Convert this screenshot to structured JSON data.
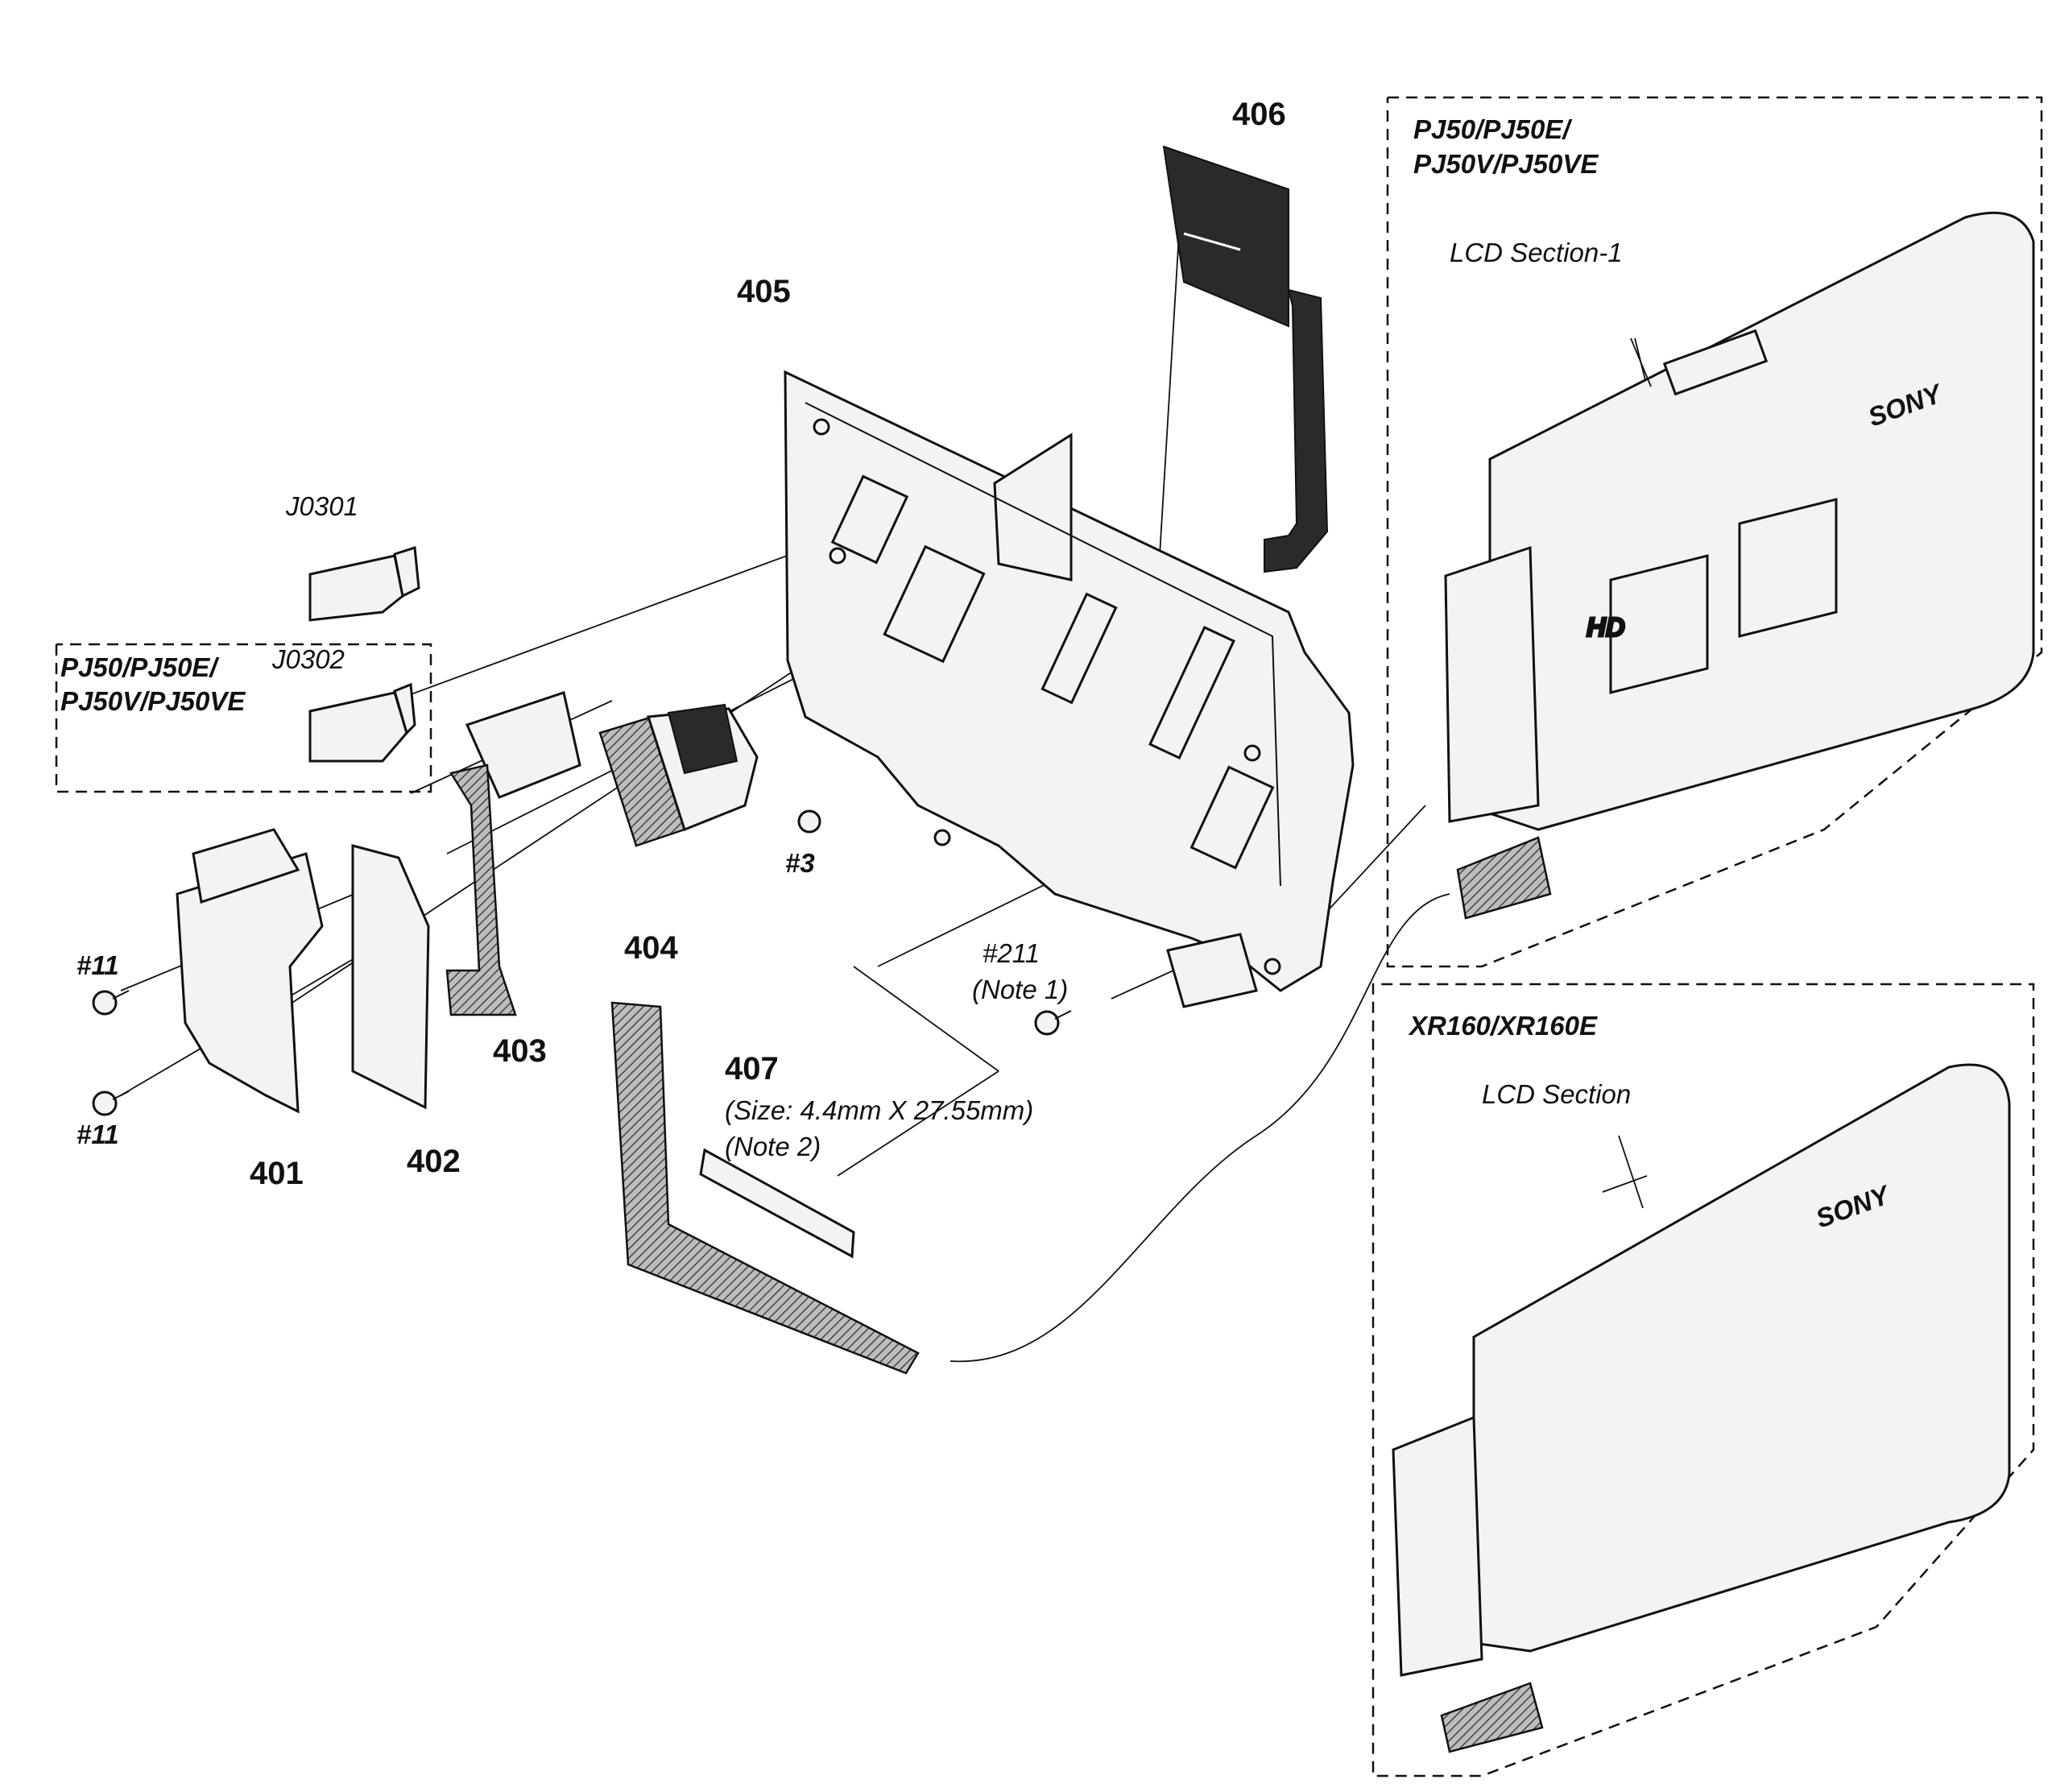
{
  "parts": {
    "p401": "401",
    "p402": "402",
    "p403": "403",
    "p404": "404",
    "p405": "405",
    "p406": "406",
    "p407": "407"
  },
  "connectors": {
    "j0301": "J0301",
    "j0302": "J0302"
  },
  "screws": {
    "s11_a": "#11",
    "s11_b": "#11",
    "s3": "#3",
    "s211": "#211"
  },
  "notes": {
    "note1": "(Note 1)",
    "note2": "(Note 2)",
    "size407": "(Size: 4.4mm X 27.55mm)"
  },
  "groups": {
    "left_box_line1": "PJ50/PJ50E/",
    "left_box_line2": "PJ50V/PJ50VE",
    "right_top_line1": "PJ50/PJ50E/",
    "right_top_line2": "PJ50V/PJ50VE",
    "right_top_section": "LCD Section-1",
    "right_bottom_line1": "XR160/XR160E",
    "right_bottom_section": "LCD Section"
  },
  "logos": {
    "hd": "HD",
    "brand": "SONY"
  }
}
